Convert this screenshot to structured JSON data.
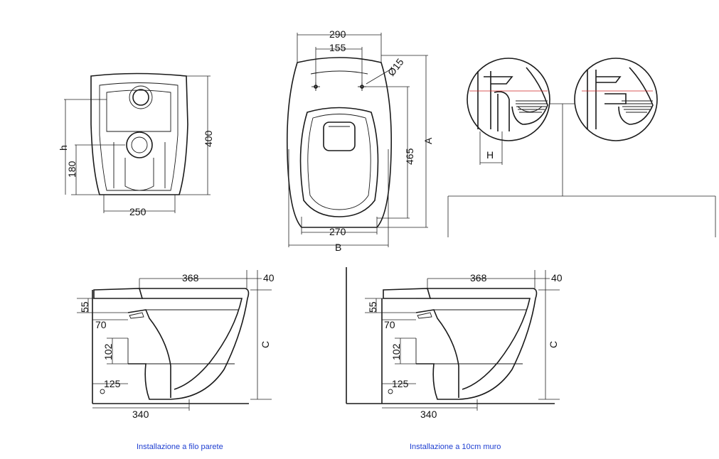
{
  "front_view": {
    "width": "250",
    "height": "400",
    "h_label": "h",
    "outlet_height": "180"
  },
  "top_view": {
    "width_top": "290",
    "hole_spacing": "155",
    "hole_dia": "Ø15",
    "hole_depth": "465",
    "inner_width": "270",
    "label_a": "A",
    "label_b": "B"
  },
  "detail": {
    "label_h": "H"
  },
  "side_left": {
    "d368": "368",
    "d40": "40",
    "d55": "55",
    "d70": "70",
    "d102": "102",
    "d125": "125",
    "d340": "340",
    "label_c": "C"
  },
  "side_right": {
    "d368": "368",
    "d40": "40",
    "d55": "55",
    "d70": "70",
    "d102": "102",
    "d125": "125",
    "d340": "340",
    "label_c": "C"
  },
  "captions": {
    "left": "Installazione a filo parete",
    "right": "Installazione a 10cm muro"
  },
  "colors": {
    "caption": "#1f3fd1",
    "water": "#2a3a9a",
    "red_line": "#cc2222"
  }
}
